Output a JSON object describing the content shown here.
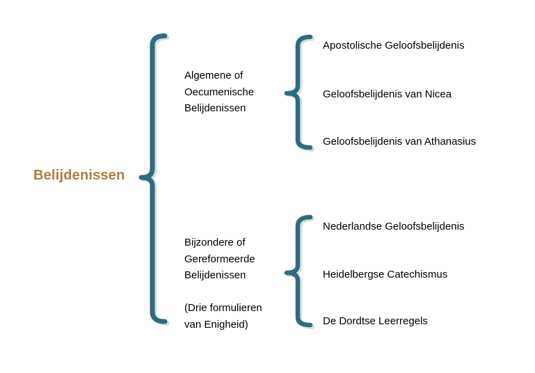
{
  "title": {
    "label": "Belijdenissen"
  },
  "colors": {
    "brace": "#2E6B80",
    "shadow": "#BDBDBD",
    "title": "#AE7D3A",
    "text": "#000000",
    "background": "#FFFFFF"
  },
  "groups": [
    {
      "label_lines": [
        "Algemene of",
        "Oecumenische",
        "Belijdenissen"
      ],
      "note_lines": [],
      "items": [
        "Apostolische Geloofsbelijdenis",
        "Geloofsbelijdenis van Nicea",
        "Geloofsbelijdenis van Athanasius"
      ]
    },
    {
      "label_lines": [
        "Bijzondere of",
        "Gereformeerde",
        "Belijdenissen"
      ],
      "note_lines": [
        "(Drie formulieren",
        "van Enigheid)"
      ],
      "items": [
        "Nederlandse Geloofsbelijdenis",
        "Heidelbergse Catechismus",
        "De Dordtse Leerregels"
      ]
    }
  ]
}
